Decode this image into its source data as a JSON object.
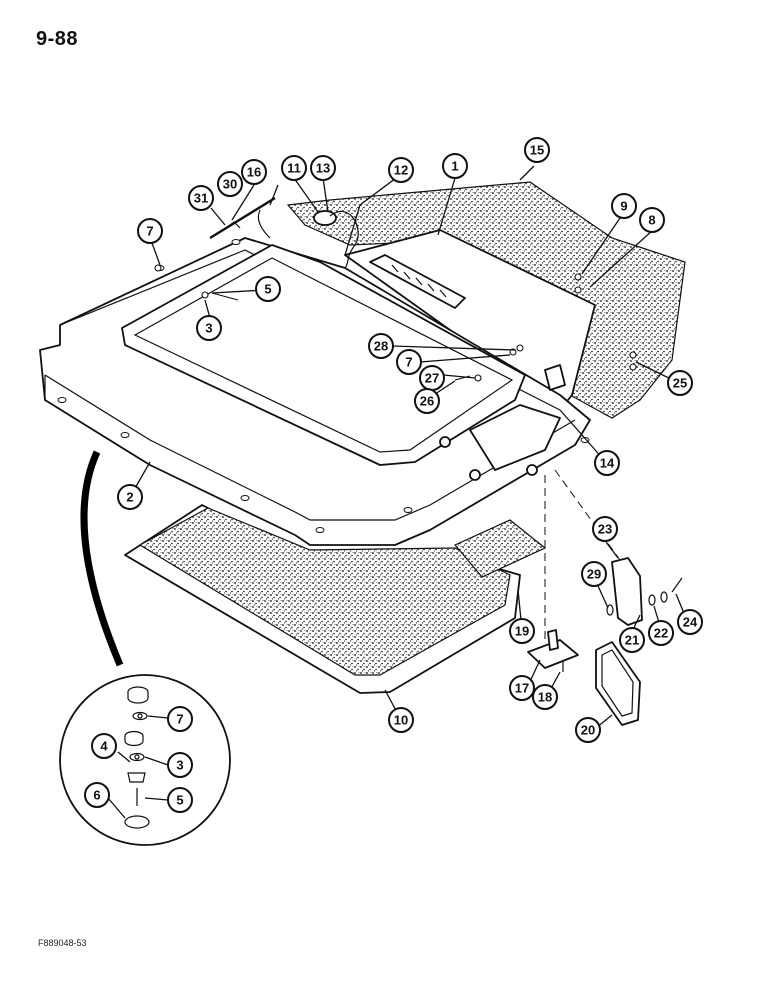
{
  "page_number": "9-88",
  "figure_code": "F889048-53",
  "callouts": [
    {
      "id": "c1",
      "label": "1"
    },
    {
      "id": "c15",
      "label": "15"
    },
    {
      "id": "c12",
      "label": "12"
    },
    {
      "id": "c11",
      "label": "11"
    },
    {
      "id": "c13",
      "label": "13"
    },
    {
      "id": "c16",
      "label": "16"
    },
    {
      "id": "c30",
      "label": "30"
    },
    {
      "id": "c31",
      "label": "31"
    },
    {
      "id": "c7a",
      "label": "7"
    },
    {
      "id": "c9",
      "label": "9"
    },
    {
      "id": "c8",
      "label": "8"
    },
    {
      "id": "c5a",
      "label": "5"
    },
    {
      "id": "c3a",
      "label": "3"
    },
    {
      "id": "c28",
      "label": "28"
    },
    {
      "id": "c7b",
      "label": "7"
    },
    {
      "id": "c27",
      "label": "27"
    },
    {
      "id": "c26",
      "label": "26"
    },
    {
      "id": "c25",
      "label": "25"
    },
    {
      "id": "c14",
      "label": "14"
    },
    {
      "id": "c2",
      "label": "2"
    },
    {
      "id": "c23",
      "label": "23"
    },
    {
      "id": "c29",
      "label": "29"
    },
    {
      "id": "c21",
      "label": "21"
    },
    {
      "id": "c22",
      "label": "22"
    },
    {
      "id": "c24",
      "label": "24"
    },
    {
      "id": "c19",
      "label": "19"
    },
    {
      "id": "c17",
      "label": "17"
    },
    {
      "id": "c18",
      "label": "18"
    },
    {
      "id": "c20",
      "label": "20"
    },
    {
      "id": "c10",
      "label": "10"
    },
    {
      "id": "c7c",
      "label": "7"
    },
    {
      "id": "c4",
      "label": "4"
    },
    {
      "id": "c3b",
      "label": "3"
    },
    {
      "id": "c6",
      "label": "6"
    },
    {
      "id": "c5b",
      "label": "5"
    }
  ]
}
